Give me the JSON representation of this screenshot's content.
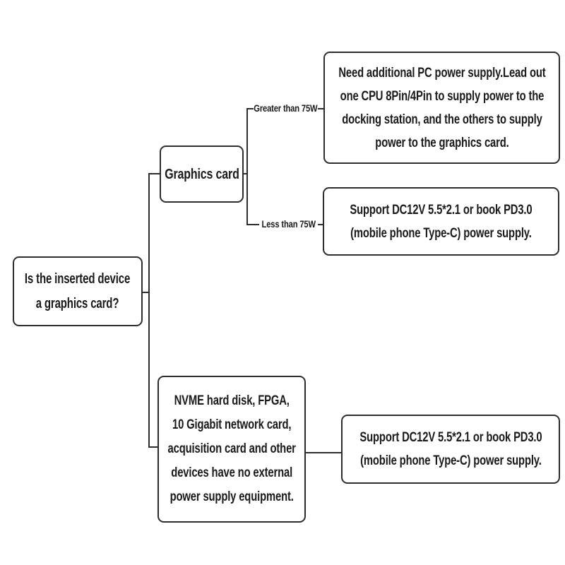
{
  "flowchart": {
    "root": {
      "text_lines": [
        "Is the inserted device",
        "a graphics card?"
      ]
    },
    "graphics_card_node": {
      "label": "Graphics card"
    },
    "branch_labels": {
      "greater": "Greater than 75W",
      "less": "Less than 75W"
    },
    "outcome_greater": {
      "text_lines": [
        "Need additional PC power supply.Lead out",
        "one CPU 8Pin/4Pin to supply power to the",
        "docking station, and the others to supply",
        "power to the graphics card."
      ]
    },
    "outcome_less": {
      "text_lines": [
        "Support DC12V 5.5*2.1 or book PD3.0",
        "(mobile phone Type-C) power supply."
      ]
    },
    "other_devices_node": {
      "text_lines": [
        "NVME hard disk, FPGA,",
        "10 Gigabit network card,",
        "acquisition card and other",
        "devices have no external",
        "power supply equipment."
      ]
    },
    "outcome_other": {
      "text_lines": [
        "Support DC12V 5.5*2.1 or book PD3.0",
        "(mobile phone Type-C) power supply."
      ]
    },
    "colors": {
      "line": "#2d2d2d",
      "border": "#2d2d2d",
      "text": "#1a1a1a",
      "background": "#ffffff"
    }
  }
}
